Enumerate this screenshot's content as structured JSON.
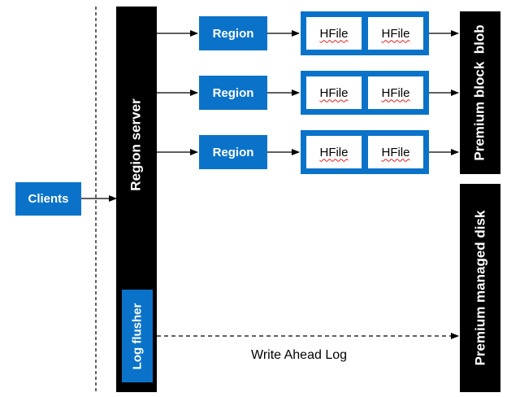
{
  "clients_label": "Clients",
  "region_server_label": "Region server",
  "log_flusher_label": "Log flusher",
  "region_labels": [
    "Region",
    "Region",
    "Region"
  ],
  "hfile_labels": [
    "HFile",
    "HFile",
    "HFile",
    "HFile",
    "HFile",
    "HFile"
  ],
  "blob_label": "Premium block  blob",
  "disk_label": "Premium managed disk",
  "wal_label": "Write Ahead Log",
  "colors": {
    "accent_blue": "#0a73c9",
    "black": "#000000",
    "white": "#ffffff",
    "spellcheck": "#e02020"
  }
}
